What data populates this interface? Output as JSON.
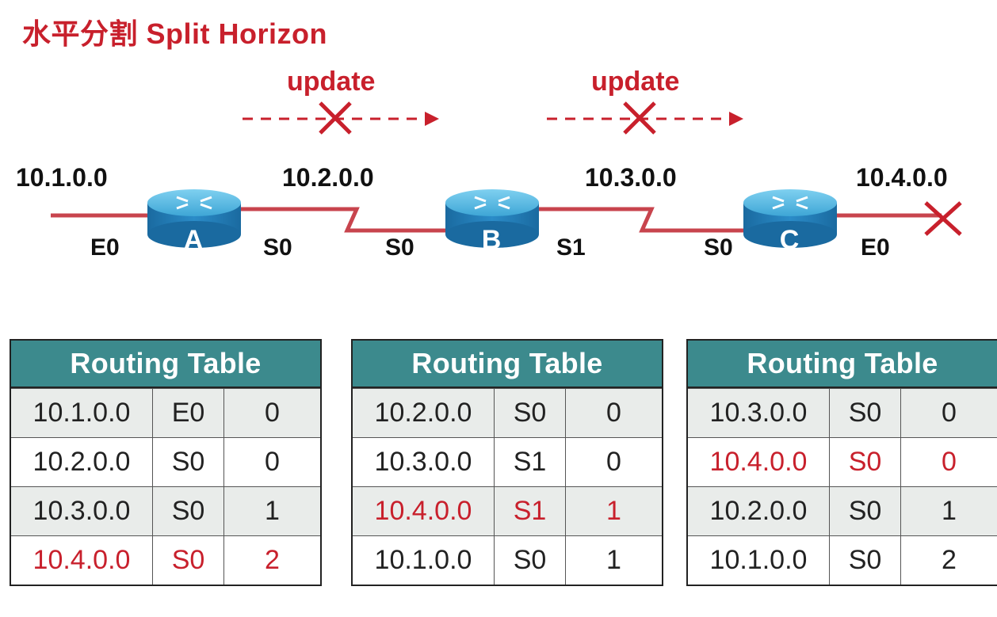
{
  "title": "水平分割 Split Horizon",
  "updates": [
    {
      "label": "update"
    },
    {
      "label": "update"
    }
  ],
  "networks": [
    "10.1.0.0",
    "10.2.0.0",
    "10.3.0.0",
    "10.4.0.0"
  ],
  "routers": [
    {
      "label": "A",
      "interfaces": [
        "E0",
        "S0"
      ]
    },
    {
      "label": "B",
      "interfaces": [
        "S0",
        "S1"
      ]
    },
    {
      "label": "C",
      "interfaces": [
        "S0",
        "E0"
      ]
    }
  ],
  "colors": {
    "accent": "#c8202c",
    "header": "#3c8a8d",
    "router_top": "#4fb7e3",
    "router_side": "#1f79b5"
  },
  "tables": [
    {
      "header": "Routing Table",
      "rows": [
        {
          "network": "10.1.0.0",
          "iface": "E0",
          "hops": "0",
          "highlight": false
        },
        {
          "network": "10.2.0.0",
          "iface": "S0",
          "hops": "0",
          "highlight": false
        },
        {
          "network": "10.3.0.0",
          "iface": "S0",
          "hops": "1",
          "highlight": false
        },
        {
          "network": "10.4.0.0",
          "iface": "S0",
          "hops": "2",
          "highlight": true
        }
      ]
    },
    {
      "header": "Routing Table",
      "rows": [
        {
          "network": "10.2.0.0",
          "iface": "S0",
          "hops": "0",
          "highlight": false
        },
        {
          "network": "10.3.0.0",
          "iface": "S1",
          "hops": "0",
          "highlight": false
        },
        {
          "network": "10.4.0.0",
          "iface": "S1",
          "hops": "1",
          "highlight": true
        },
        {
          "network": "10.1.0.0",
          "iface": "S0",
          "hops": "1",
          "highlight": false
        }
      ]
    },
    {
      "header": "Routing Table",
      "rows": [
        {
          "network": "10.3.0.0",
          "iface": "S0",
          "hops": "0",
          "highlight": false
        },
        {
          "network": "10.4.0.0",
          "iface": "S0",
          "hops": "0",
          "highlight": true
        },
        {
          "network": "10.2.0.0",
          "iface": "S0",
          "hops": "1",
          "highlight": false
        },
        {
          "network": "10.1.0.0",
          "iface": "S0",
          "hops": "2",
          "highlight": false
        }
      ]
    }
  ]
}
